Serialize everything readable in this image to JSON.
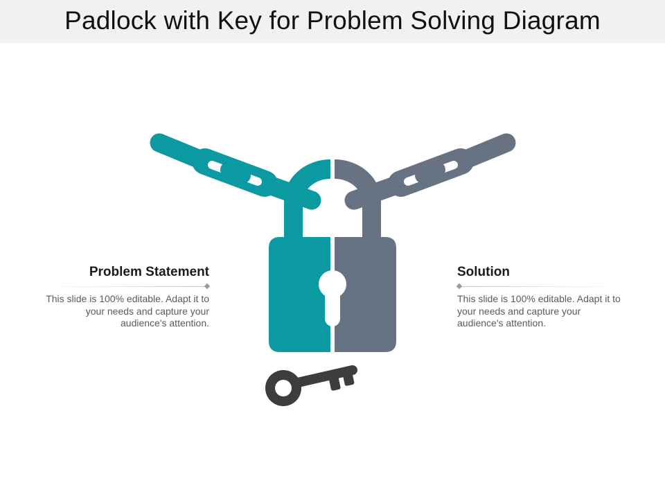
{
  "title": "Padlock with Key for Problem Solving Diagram",
  "left_panel": {
    "heading": "Problem Statement",
    "body": "This slide is 100% editable. Adapt it to your needs and capture your audience's attention."
  },
  "right_panel": {
    "heading": "Solution",
    "body": "This slide is 100% editable. Adapt it to your needs and capture your audience's attention."
  },
  "colors": {
    "teal": "#0b9aa2",
    "slate": "#677283",
    "key": "#3d3d3d",
    "title_bar": "#f1f1f1"
  },
  "icons": [
    "chain-left-icon",
    "chain-right-icon",
    "padlock-icon",
    "keyhole-icon",
    "key-icon"
  ]
}
